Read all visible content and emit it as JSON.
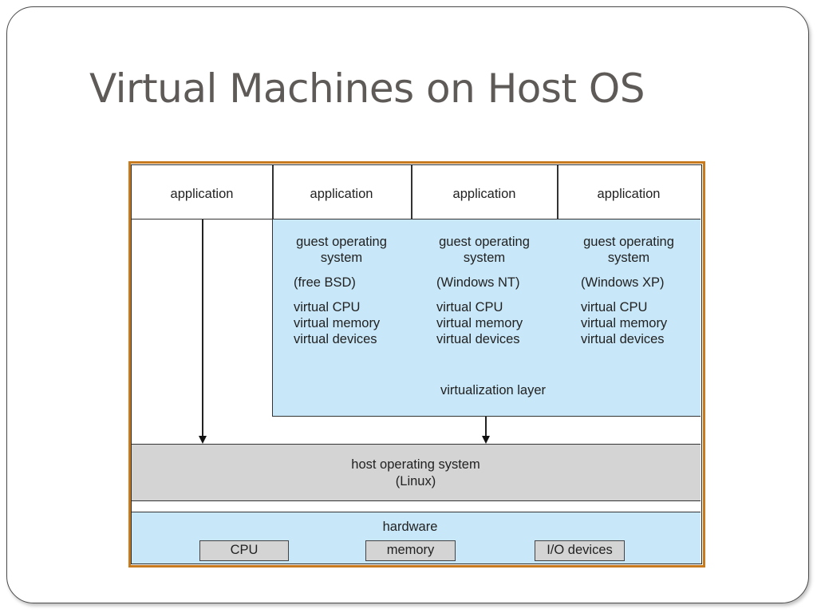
{
  "slide": {
    "title": "Virtual Machines on Host OS"
  },
  "diagram": {
    "applications": [
      "application",
      "application",
      "application",
      "application"
    ],
    "guests": [
      {
        "os_line1": "guest operating",
        "os_line2": "system",
        "name": "(free BSD)",
        "res1": "virtual CPU",
        "res2": "virtual memory",
        "res3": "virtual devices"
      },
      {
        "os_line1": "guest operating",
        "os_line2": "system",
        "name": "(Windows NT)",
        "res1": "virtual CPU",
        "res2": "virtual memory",
        "res3": "virtual devices"
      },
      {
        "os_line1": "guest operating",
        "os_line2": "system",
        "name": "(Windows XP)",
        "res1": "virtual CPU",
        "res2": "virtual memory",
        "res3": "virtual devices"
      }
    ],
    "virtualization_layer": "virtualization layer",
    "host_os": {
      "line1": "host operating system",
      "line2": "(Linux)"
    },
    "hardware": {
      "label": "hardware",
      "components": [
        "CPU",
        "memory",
        "I/O devices"
      ]
    },
    "colors": {
      "guest_fill": "#c8e7f8",
      "host_fill": "#d4d4d4",
      "frame": "#c87b1e"
    }
  }
}
